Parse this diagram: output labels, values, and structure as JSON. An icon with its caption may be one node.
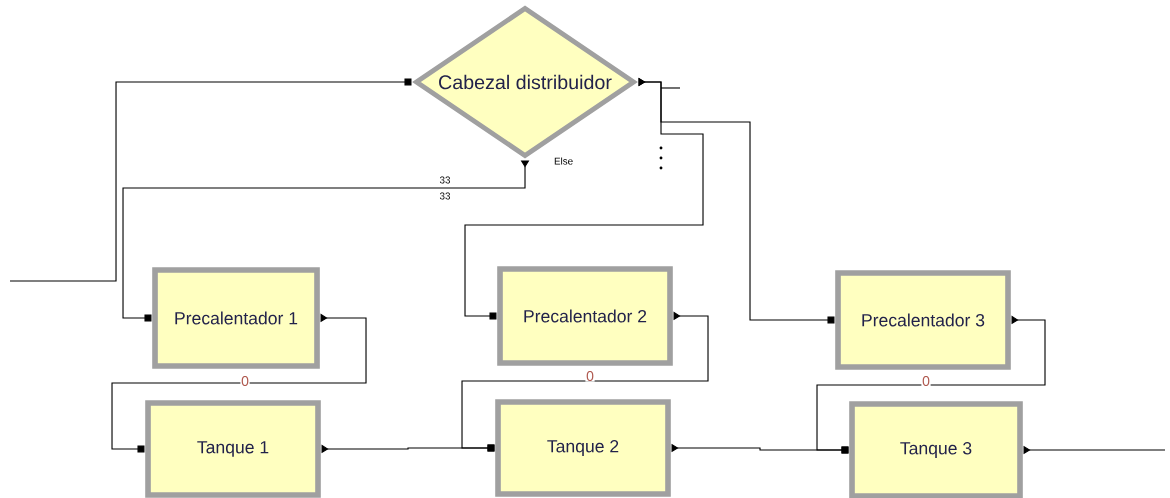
{
  "diagram": {
    "nodes": [
      {
        "text": [
          "Cabezal distribuidor"
        ],
        "beside": [
          "Else"
        ]
      },
      {
        "text": [
          "Precalentador 1"
        ]
      },
      {
        "text": [
          "Precalentador 2"
        ]
      },
      {
        "text": [
          "Precalentador 3"
        ]
      },
      {
        "text": [
          "Tanque 1"
        ]
      },
      {
        "text": [
          "Tanque 2"
        ]
      },
      {
        "text": [
          "Tanque 3"
        ]
      }
    ],
    "edges": [
      {
        "from": null,
        "to": 0,
        "arrow": "other"
      },
      {
        "from": 0,
        "to": 1,
        "arrow": "to"
      },
      {
        "from": 0,
        "to": 2,
        "arrow": "to"
      },
      {
        "from": 0,
        "to": 3,
        "arrow": "to"
      },
      {
        "from": 1,
        "to": 4,
        "arrow": "to"
      },
      {
        "from": 4,
        "to": 5,
        "arrow": "to"
      },
      {
        "from": 2,
        "to": 5,
        "arrow": "to"
      },
      {
        "from": 5,
        "to": 6,
        "arrow": "to"
      },
      {
        "from": 3,
        "to": 6,
        "arrow": "to"
      },
      {
        "from": 6,
        "to": null,
        "arrow": "to"
      }
    ],
    "labels": [
      "33",
      "33",
      "0",
      "0",
      "0"
    ]
  }
}
